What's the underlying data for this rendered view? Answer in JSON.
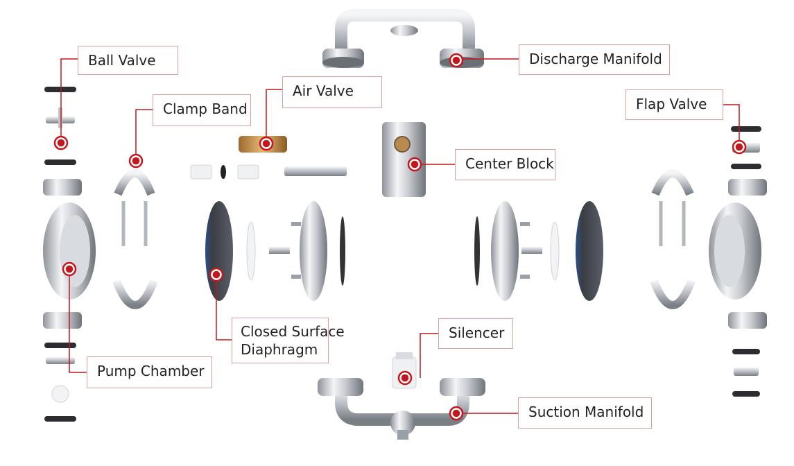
{
  "diagram": {
    "accent_color": "#c4161c",
    "labels": {
      "ball_valve": "Ball Valve",
      "discharge_manifold": "Discharge Manifold",
      "air_valve": "Air Valve",
      "clamp_band": "Clamp Band",
      "flap_valve": "Flap Valve",
      "center_block": "Center Block",
      "closed_surface_diaphragm_line1": "Closed Surface",
      "closed_surface_diaphragm_line2": "Diaphragm",
      "silencer": "Silencer",
      "pump_chamber": "Pump Chamber",
      "suction_manifold": "Suction Manifold"
    }
  }
}
